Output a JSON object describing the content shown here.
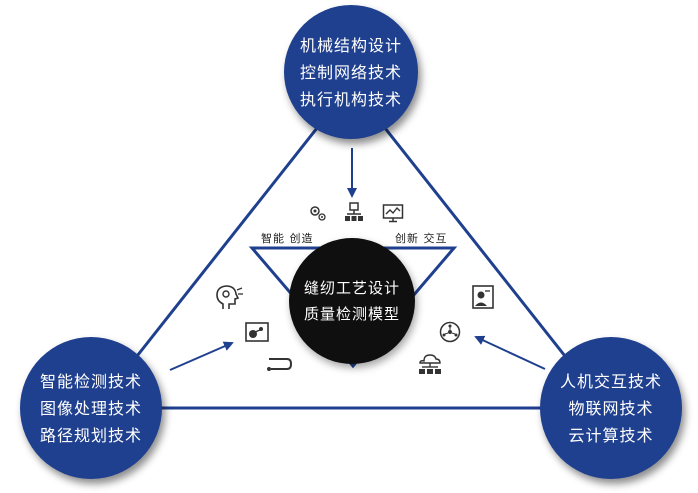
{
  "top_node": {
    "lines": [
      "机械结构设计",
      "控制网络技术",
      "执行机构技术"
    ]
  },
  "left_node": {
    "lines": [
      "智能检测技术",
      "图像处理技术",
      "路径规划技术"
    ]
  },
  "right_node": {
    "lines": [
      "人机交互技术",
      "物联网技术",
      "云计算技术"
    ]
  },
  "center": {
    "lines": [
      "缝纫工艺设计",
      "质量检测模型"
    ]
  },
  "labels": {
    "left": "智能 创造",
    "right": "创新 交互"
  },
  "colors": {
    "node_blue": "#1f3f8f",
    "center_black": "#0f0f0f",
    "triangle_stroke": "#1f3f8f"
  },
  "icons": {
    "top": [
      "gears-icon",
      "org-chart-icon",
      "monitor-chart-icon"
    ],
    "left": [
      "ai-head-icon",
      "chip-board-icon",
      "flow-icon"
    ],
    "right": [
      "robot-screen-icon",
      "network-node-icon",
      "cloud-network-icon"
    ]
  }
}
